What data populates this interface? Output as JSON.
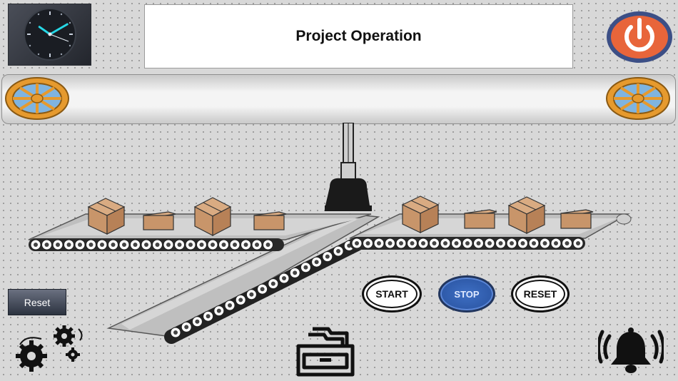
{
  "header": {
    "title": "Project Operation",
    "clock": {
      "hour": 10,
      "minute": 10
    }
  },
  "controls": {
    "reset_small_label": "Reset",
    "start_label": "START",
    "stop_label": "STOP",
    "reset_label": "RESET"
  },
  "icons": {
    "clock": "analog-clock-icon",
    "power": "power-icon",
    "wheel": "wheel-icon",
    "gears": "gears-icon",
    "tray": "file-tray-icon",
    "alarm": "alarm-bell-icon"
  },
  "colors": {
    "power_ring": "#3c4f86",
    "power_fill": "#e8653a",
    "wheel": "#e69a2e",
    "stop_button": "#2f5fb3",
    "reset_button": "#3a414f"
  }
}
